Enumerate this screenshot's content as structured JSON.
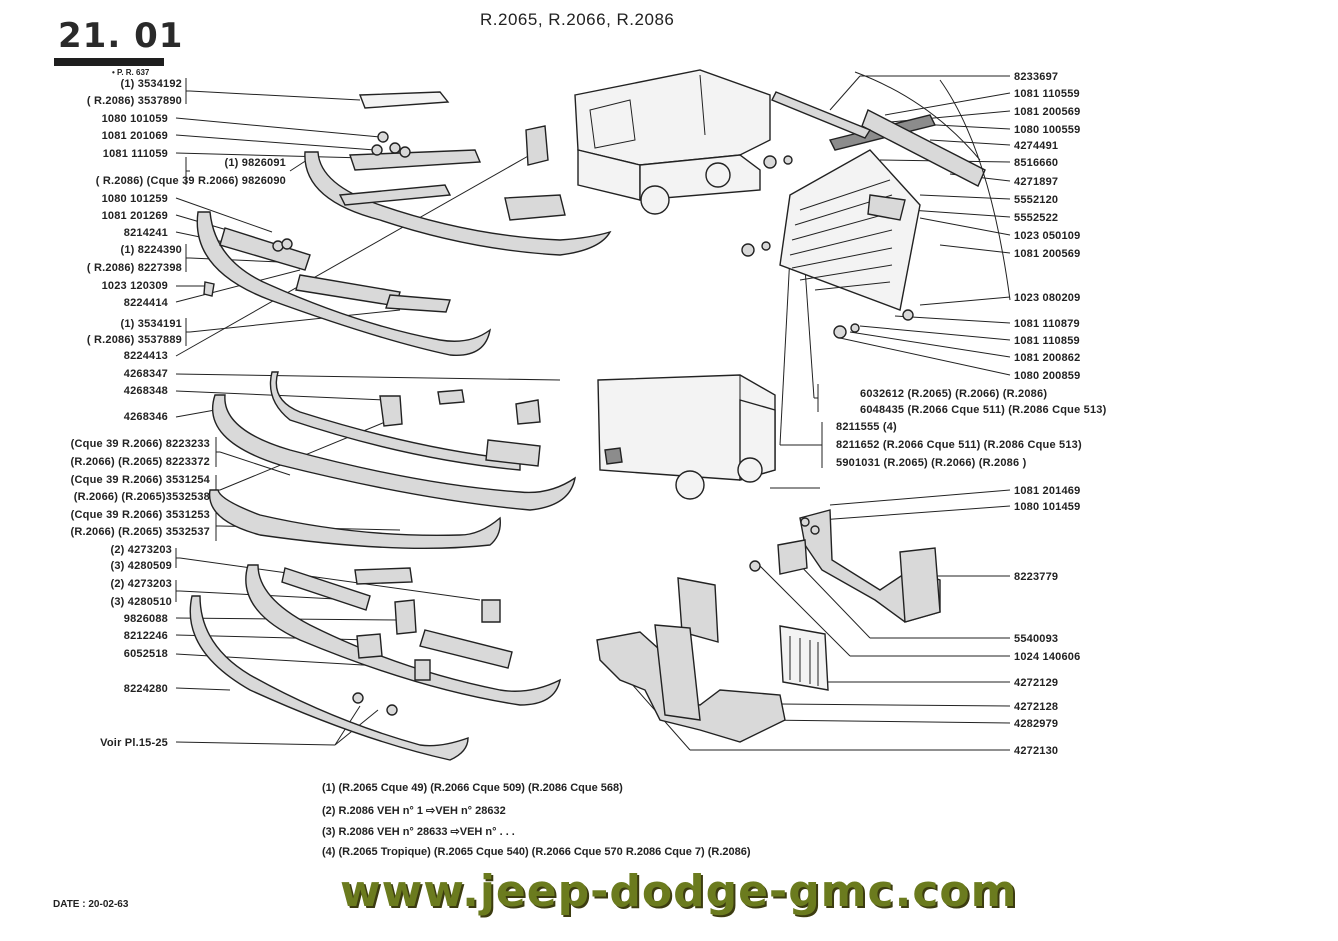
{
  "header": {
    "page_number": "21. 01",
    "page_ref": "• P. R. 637",
    "models": "R.2065, R.2066, R.2086"
  },
  "callouts": [
    {
      "text": "(1) 3534192"
    },
    {
      "text": "( R.2086) 3537890"
    },
    {
      "text": "1080 101059"
    },
    {
      "text": "1081 201069"
    },
    {
      "text": "1081 111059"
    },
    {
      "text": "(1) 9826091"
    },
    {
      "text": "( R.2086) (Cque 39 R.2066) 9826090"
    },
    {
      "text": "1080 101259"
    },
    {
      "text": "1081 201269"
    },
    {
      "text": "8214241"
    },
    {
      "text": "(1) 8224390"
    },
    {
      "text": "( R.2086) 8227398"
    },
    {
      "text": "1023 120309"
    },
    {
      "text": "8224414"
    },
    {
      "text": "(1) 3534191"
    },
    {
      "text": "( R.2086) 3537889"
    },
    {
      "text": "8224413"
    },
    {
      "text": "4268347"
    },
    {
      "text": "4268348"
    },
    {
      "text": "4268346"
    },
    {
      "text": "(Cque 39 R.2066) 8223233"
    },
    {
      "text": "(R.2066) (R.2065) 8223372"
    },
    {
      "text": "(Cque 39 R.2066) 3531254"
    },
    {
      "text": "(R.2066) (R.2065)3532538"
    },
    {
      "text": "(Cque 39 R.2066) 3531253"
    },
    {
      "text": "(R.2066) (R.2065) 3532537"
    },
    {
      "text": "(2) 4273203"
    },
    {
      "text": "(3) 4280509"
    },
    {
      "text": "(2) 4273203"
    },
    {
      "text": "(3) 4280510"
    },
    {
      "text": "9826088"
    },
    {
      "text": "8212246"
    },
    {
      "text": "6052518"
    },
    {
      "text": "8224280"
    },
    {
      "text": "Voir Pl.15-25"
    },
    {
      "text": "8233697"
    },
    {
      "text": "1081 110559"
    },
    {
      "text": "1081 200569"
    },
    {
      "text": "1080 100559"
    },
    {
      "text": "4274491"
    },
    {
      "text": "8516660"
    },
    {
      "text": "4271897"
    },
    {
      "text": "5552120"
    },
    {
      "text": "5552522"
    },
    {
      "text": "1023 050109"
    },
    {
      "text": "1081 200569"
    },
    {
      "text": "1023 080209"
    },
    {
      "text": "1081 110879"
    },
    {
      "text": "1081 110859"
    },
    {
      "text": "1081 200862"
    },
    {
      "text": "1080 200859"
    },
    {
      "text": "6032612 (R.2065) (R.2066) (R.2086)"
    },
    {
      "text": "6048435 (R.2066 Cque 511) (R.2086 Cque 513)"
    },
    {
      "text": "8211555 (4)"
    },
    {
      "text": "8211652 (R.2066 Cque 511) (R.2086 Cque 513)"
    },
    {
      "text": "5901031 (R.2065) (R.2066) (R.2086 )"
    },
    {
      "text": "1081 201469"
    },
    {
      "text": "1080 101459"
    },
    {
      "text": "8223779"
    },
    {
      "text": "5540093"
    },
    {
      "text": "1024 140606"
    },
    {
      "text": "4272129"
    },
    {
      "text": "4272128"
    },
    {
      "text": "4282979"
    },
    {
      "text": "4272130"
    }
  ],
  "notes": [
    "(1) (R.2065 Cque 49) (R.2066 Cque 509) (R.2086 Cque 568)",
    "(2) R.2086 VEH n° 1 ⇨VEH n° 28632",
    "(3) R.2086 VEH n° 28633 ⇨VEH n° . . .",
    "(4) (R.2065 Tropique) (R.2065 Cque 540) (R.2066 Cque 570 R.2086 Cque 7) (R.2086)"
  ],
  "footer": {
    "date": "DATE : 20-02-63",
    "watermark": "www.jeep-dodge-gmc.com"
  }
}
